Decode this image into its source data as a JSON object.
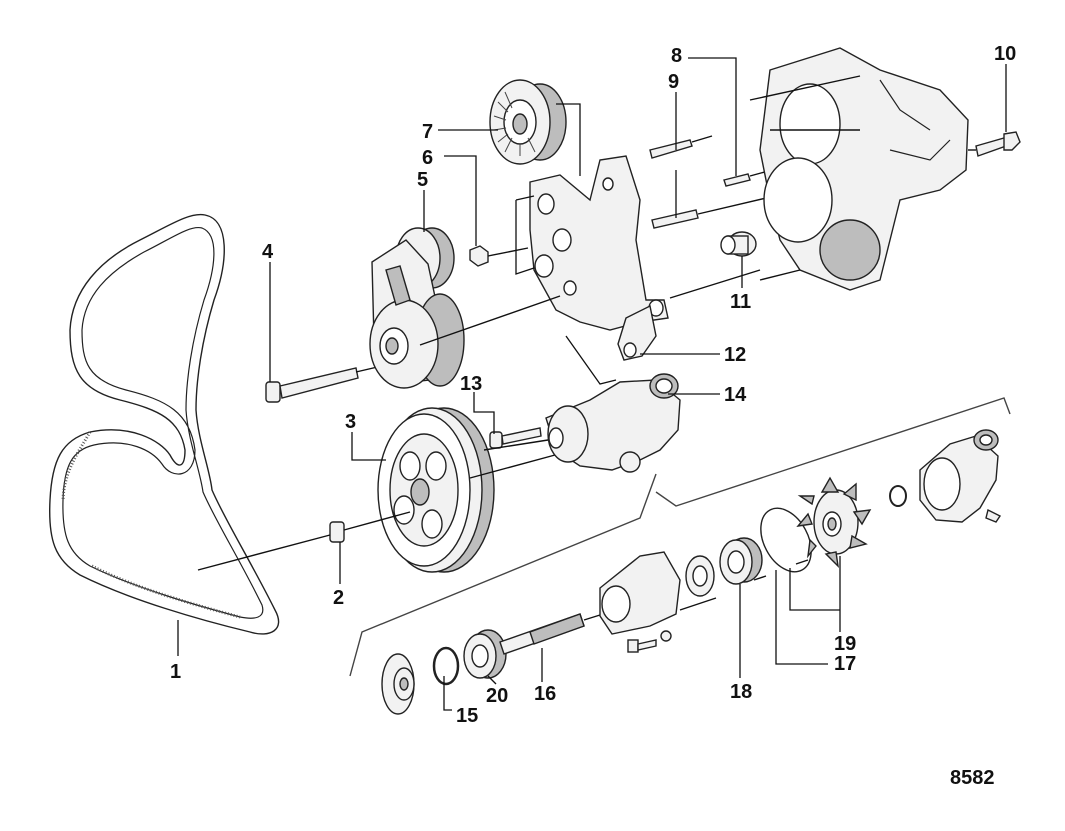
{
  "figure": {
    "number": "8582",
    "callouts": [
      {
        "id": "1",
        "label": "1"
      },
      {
        "id": "2",
        "label": "2"
      },
      {
        "id": "3",
        "label": "3"
      },
      {
        "id": "4",
        "label": "4"
      },
      {
        "id": "5",
        "label": "5"
      },
      {
        "id": "6",
        "label": "6"
      },
      {
        "id": "7",
        "label": "7"
      },
      {
        "id": "8",
        "label": "8"
      },
      {
        "id": "9",
        "label": "9"
      },
      {
        "id": "10",
        "label": "10"
      },
      {
        "id": "11",
        "label": "11"
      },
      {
        "id": "12",
        "label": "12"
      },
      {
        "id": "13",
        "label": "13"
      },
      {
        "id": "14",
        "label": "14"
      },
      {
        "id": "15",
        "label": "15"
      },
      {
        "id": "16",
        "label": "16"
      },
      {
        "id": "17",
        "label": "17"
      },
      {
        "id": "18",
        "label": "18"
      },
      {
        "id": "19",
        "label": "19"
      },
      {
        "id": "20",
        "label": "20"
      }
    ]
  }
}
